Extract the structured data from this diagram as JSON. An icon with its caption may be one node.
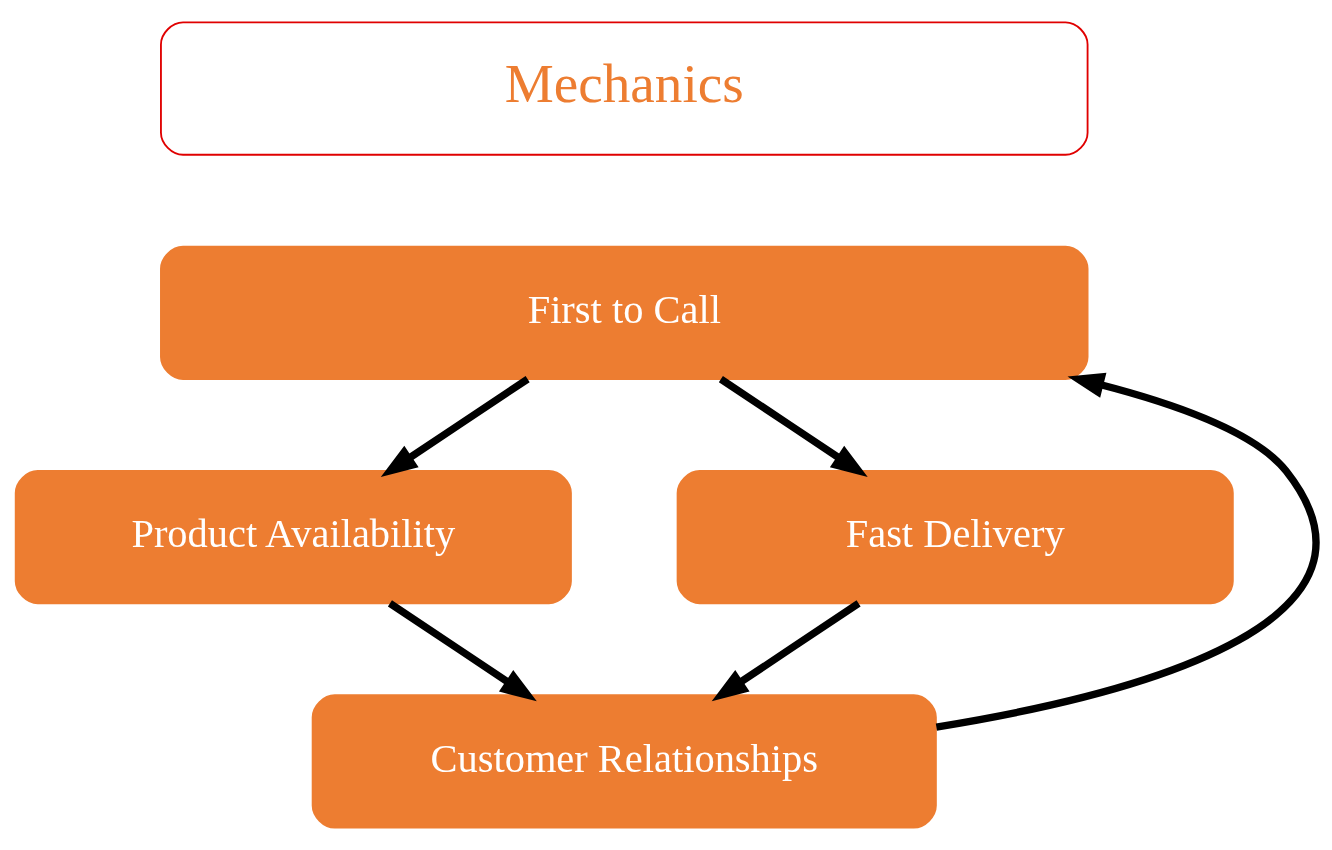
{
  "diagram": {
    "nodes": [
      {
        "text": [
          "Mechanics"
        ]
      },
      {
        "text": [
          "First to Call"
        ]
      },
      {
        "text": [
          "Product Availability"
        ]
      },
      {
        "text": [
          "Fast Delivery"
        ]
      },
      {
        "text": [
          "Customer Relationships"
        ]
      }
    ],
    "edges": [
      {
        "from": 1,
        "to": 2,
        "arrow": "to"
      },
      {
        "from": 1,
        "to": 3,
        "arrow": "to"
      },
      {
        "from": 2,
        "to": 4,
        "arrow": "to"
      },
      {
        "from": 3,
        "to": 4,
        "arrow": "to"
      },
      {
        "from": 4,
        "to": 1,
        "arrow": "to"
      }
    ]
  }
}
